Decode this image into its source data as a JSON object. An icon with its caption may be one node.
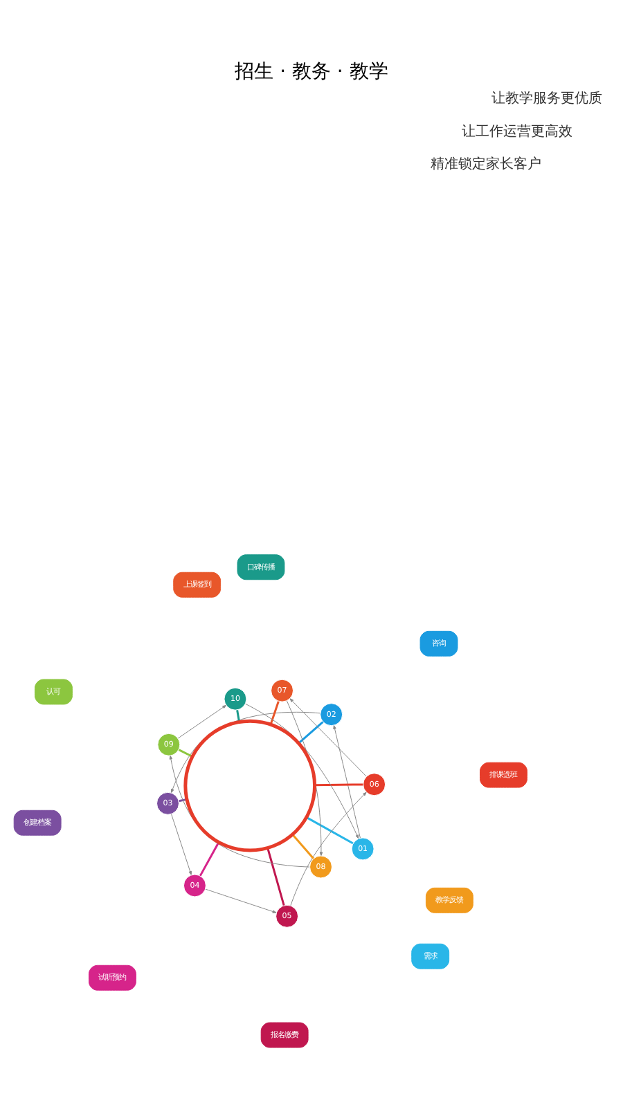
{
  "diagram": {
    "title": "招生 · 教务 · 教学",
    "nodes": [
      {
        "text": [],
        "shape": "circle"
      },
      {
        "text": [
          "01"
        ]
      },
      {
        "text": [
          "需求"
        ]
      },
      {
        "text": [
          "02"
        ]
      },
      {
        "text": [
          "咨询"
        ]
      },
      {
        "text": [
          "03"
        ]
      },
      {
        "text": [
          "创建档案"
        ]
      },
      {
        "text": [
          "04"
        ]
      },
      {
        "text": [
          "试听预约"
        ]
      },
      {
        "text": [
          "05"
        ]
      },
      {
        "text": [
          "报名缴费"
        ]
      },
      {
        "text": [
          "06"
        ]
      },
      {
        "text": [
          "排课选班"
        ]
      },
      {
        "text": [
          "07"
        ]
      },
      {
        "text": [
          "上课签到"
        ]
      },
      {
        "text": [
          "08"
        ]
      },
      {
        "text": [
          "教学反馈"
        ]
      },
      {
        "text": [
          "09"
        ]
      },
      {
        "text": [
          "认可"
        ]
      },
      {
        "text": [
          "10"
        ]
      },
      {
        "text": [
          "口碑传播"
        ]
      }
    ],
    "edges": [
      {
        "from": 1,
        "to": 3,
        "arrow": "to"
      },
      {
        "from": 3,
        "to": 5,
        "arrow": "to"
      },
      {
        "from": 5,
        "to": 7,
        "arrow": "to"
      },
      {
        "from": 7,
        "to": 9,
        "arrow": "to"
      },
      {
        "from": 9,
        "to": 11,
        "arrow": "to"
      },
      {
        "from": 11,
        "to": 13,
        "arrow": "to"
      },
      {
        "from": 13,
        "to": 15,
        "arrow": "to"
      },
      {
        "from": 15,
        "to": 17,
        "arrow": "to"
      },
      {
        "from": 17,
        "to": 19,
        "arrow": "to"
      },
      {
        "from": 19,
        "to": 1,
        "arrow": "to"
      },
      {
        "from": 1,
        "to": 0,
        "arrow": "none",
        "color": "#29b6e8"
      },
      {
        "from": 3,
        "to": 0,
        "arrow": "none",
        "color": "#1a9be0"
      },
      {
        "from": 5,
        "to": 0,
        "arrow": "none",
        "color": "#7b4fa0"
      },
      {
        "from": 7,
        "to": 0,
        "arrow": "none",
        "color": "#d6248a"
      },
      {
        "from": 9,
        "to": 0,
        "arrow": "none",
        "color": "#c0174f"
      },
      {
        "from": 11,
        "to": 0,
        "arrow": "none",
        "color": "#e63c2a"
      },
      {
        "from": 13,
        "to": 0,
        "arrow": "none",
        "color": "#e8572a"
      },
      {
        "from": 15,
        "to": 0,
        "arrow": "none",
        "color": "#f19a1c"
      },
      {
        "from": 17,
        "to": 0,
        "arrow": "none",
        "color": "#8cc63f"
      },
      {
        "from": 19,
        "to": 0,
        "arrow": "none",
        "color": "#1a9a8a"
      }
    ],
    "labels": [
      "精准锁定家长客户",
      "让工作运营更高效",
      "让教学服务更优质"
    ]
  }
}
